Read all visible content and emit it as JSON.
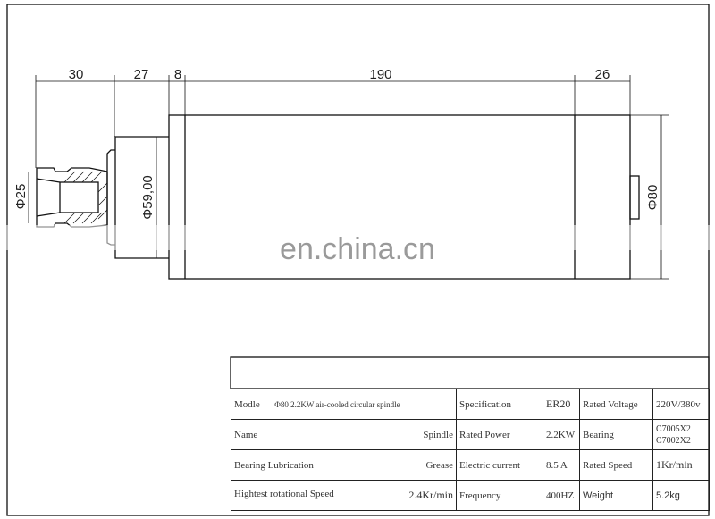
{
  "drawing": {
    "dimensions": {
      "d30": "30",
      "d27": "27",
      "d8": "8",
      "d190": "190",
      "d26": "26",
      "dia25": "Φ25",
      "dia59": "Φ59,00",
      "dia80": "Φ80"
    },
    "watermark": "en.china.cn"
  },
  "spec_table": {
    "rows": [
      {
        "label1": "Modle",
        "value1": "Φ80 2.2KW air-cooled circular spindle",
        "label2": "Specification",
        "value2": "ER20",
        "label3": "Rated Voltage",
        "value3": "220V/380v"
      },
      {
        "label1": "Name",
        "value1": "Spindle",
        "label2": "Rated Power",
        "value2": "2.2KW",
        "label3": "Bearing",
        "value3a": "C7005X2",
        "value3b": "C7002X2"
      },
      {
        "label1": "Bearing Lubrication",
        "value1": "Grease",
        "label2": "Electric current",
        "value2": "8.5 A",
        "label3": "Rated Speed",
        "value3": "1Kr/min"
      },
      {
        "label1": "Hightest rotational Speed",
        "value1": "2.4Kr/min",
        "label2": "Frequency",
        "value2": "400HZ",
        "label3": "Weight",
        "value3": "5.2kg"
      }
    ]
  }
}
